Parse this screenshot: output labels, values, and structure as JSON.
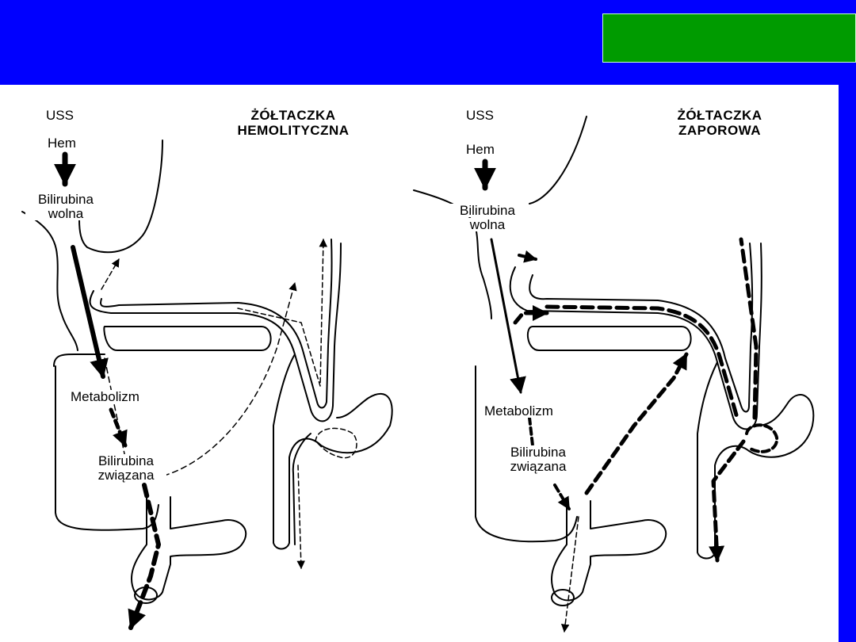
{
  "header": {
    "background_color": "#0000ff",
    "badge_color": "#009b00"
  },
  "left_panel": {
    "uss": "USS",
    "title_line1": "ŻÓŁTACZKA",
    "title_line2": "HEMOLITYCZNA",
    "hem": "Hem",
    "bilirubina_wolna_1": "Bilirubina",
    "bilirubina_wolna_2": "wolna",
    "metabolizm": "Metabolizm",
    "bilirubina_zwiazana_1": "Bilirubina",
    "bilirubina_zwiazana_2": "związana"
  },
  "right_panel": {
    "uss": "USS",
    "title_line1": "ŻÓŁTACZKA",
    "title_line2": "ZAPOROWA",
    "hem": "Hem",
    "bilirubina_wolna_1": "Bilirubina",
    "bilirubina_wolna_2": "wolna",
    "metabolizm": "Metabolizm",
    "bilirubina_zwiazana_1": "Bilirubina",
    "bilirubina_zwiazana_2": "związana"
  }
}
